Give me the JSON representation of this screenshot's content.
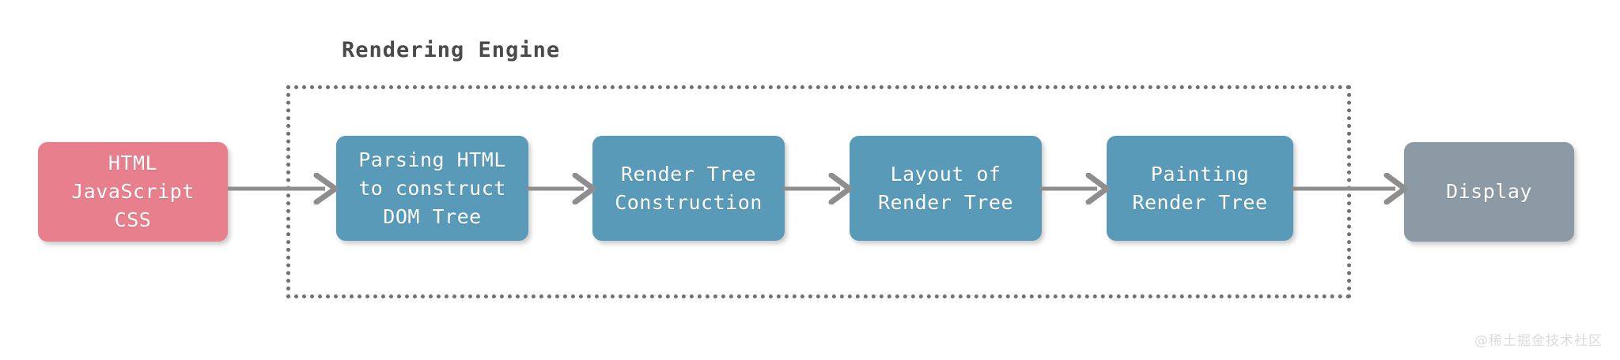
{
  "diagram": {
    "title": "Rendering Engine",
    "group_label": "Rendering Engine",
    "nodes": [
      {
        "id": "source",
        "label": "HTML\nJavaScript\nCSS",
        "color": "#e87f8c",
        "in_engine": false
      },
      {
        "id": "parse",
        "label": "Parsing HTML\nto construct\nDOM Tree",
        "color": "#589ab8",
        "in_engine": true
      },
      {
        "id": "render-tree",
        "label": "Render Tree\nConstruction",
        "color": "#589ab8",
        "in_engine": true
      },
      {
        "id": "layout",
        "label": "Layout of\nRender Tree",
        "color": "#589ab8",
        "in_engine": true
      },
      {
        "id": "painting",
        "label": "Painting\nRender Tree",
        "color": "#589ab8",
        "in_engine": true
      },
      {
        "id": "display",
        "label": "Display",
        "color": "#8b9aa4",
        "in_engine": false
      }
    ],
    "arrows": [
      {
        "from": "source",
        "to": "parse"
      },
      {
        "from": "parse",
        "to": "render-tree"
      },
      {
        "from": "render-tree",
        "to": "layout"
      },
      {
        "from": "layout",
        "to": "painting"
      },
      {
        "from": "painting",
        "to": "display"
      }
    ],
    "arrow_color": "#8e8e8e",
    "group_border_color": "#707070",
    "background_color": "#ffffff"
  },
  "watermark": {
    "text": "@稀土掘金技术社区",
    "color": "#dcdcdc"
  }
}
